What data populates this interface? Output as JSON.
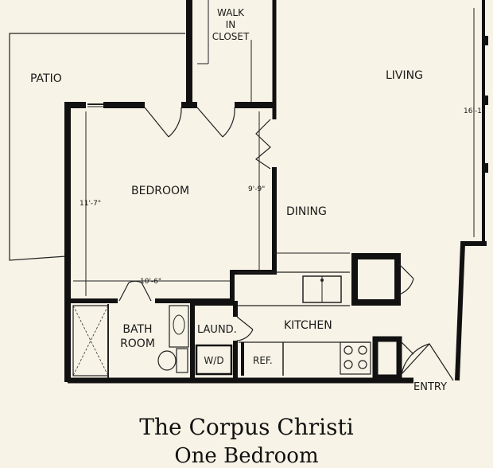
{
  "rooms": {
    "patio": "PATIO",
    "walk_in_closet": [
      "WALK",
      "IN",
      "CLOSET"
    ],
    "living": "LIVING",
    "bedroom": "BEDROOM",
    "dining": "DINING",
    "bath_room": [
      "BATH",
      "ROOM"
    ],
    "laundry": "LAUND.",
    "kitchen": "KITCHEN",
    "washer_dryer": "W/D",
    "refrigerator": "REF.",
    "entry": "ENTRY"
  },
  "dimensions": {
    "living_depth": "16'-1\"",
    "bedroom_height": "11'-7\"",
    "bedroom_depth": "9'-9\"",
    "bedroom_width": "10'-6\""
  },
  "caption": {
    "title": "The Corpus Christi",
    "subtitle": "One Bedroom"
  },
  "colors": {
    "paper": "#f7f3e6",
    "ink": "#111111"
  }
}
